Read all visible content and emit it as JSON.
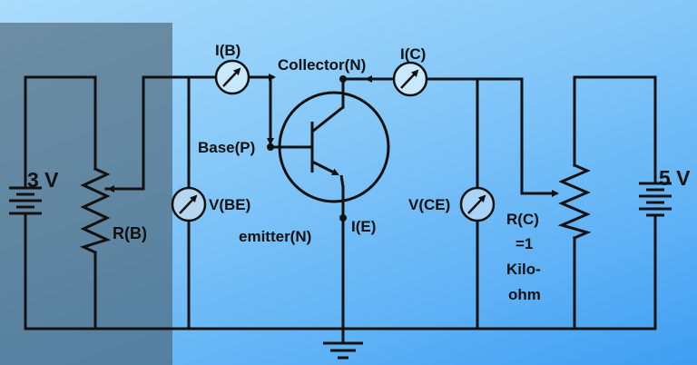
{
  "colors": {
    "background_top": "#a9dcfb",
    "background_bottom": "#3f9ef2",
    "overlay": "#485d6c",
    "wire": "#111111"
  },
  "sources": {
    "left_voltage": "3 V",
    "right_voltage": "5 V"
  },
  "meters": {
    "base_current": "I(B)",
    "collector_current": "I(C)",
    "base_emitter_voltage": "V(BE)",
    "collector_emitter_voltage": "V(CE)"
  },
  "transistor": {
    "collector": "Collector(N)",
    "base": "Base(P)",
    "emitter": "emitter(N)",
    "emitter_current": "I(E)"
  },
  "resistors": {
    "base": "R(B)",
    "collector_lines": [
      "R(C)",
      "=1",
      "Kilo-",
      "ohm"
    ]
  }
}
